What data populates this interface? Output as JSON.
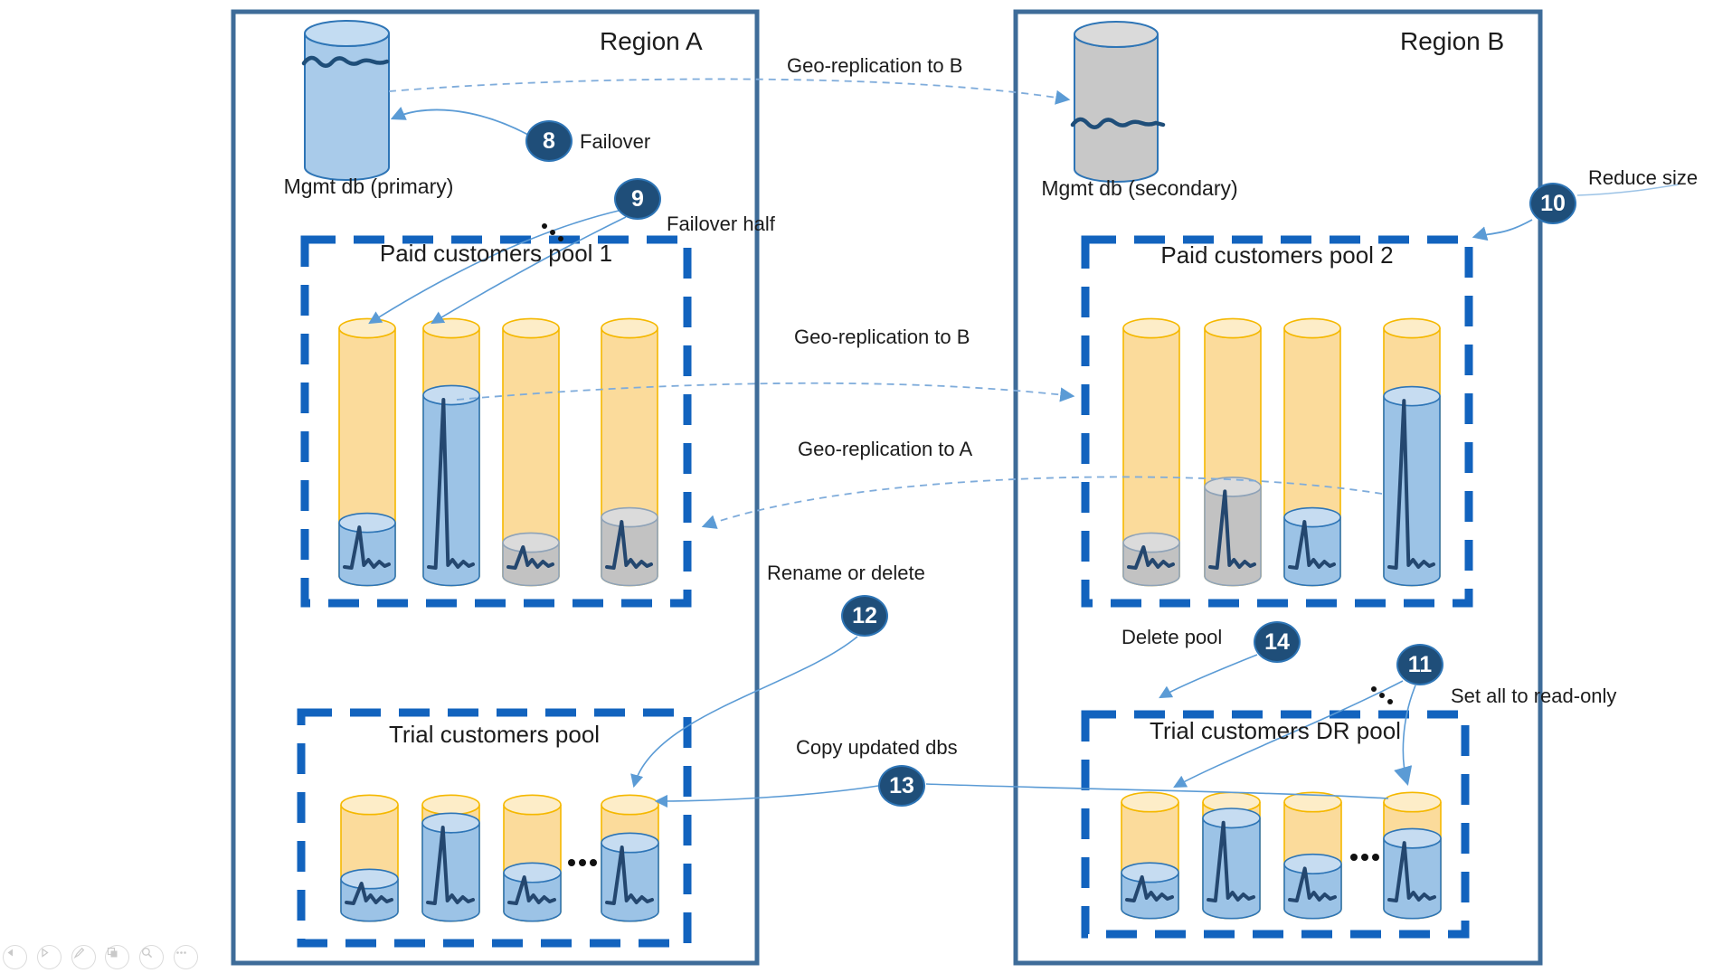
{
  "slide": {
    "regions": [
      {
        "title": "Region A",
        "mgmt_db_label": "Mgmt db (primary)",
        "paid_pool_title": "Paid customers pool 1",
        "trial_pool_title": "Trial customers pool"
      },
      {
        "title": "Region B",
        "mgmt_db_label": "Mgmt db (secondary)",
        "paid_pool_title": "Paid customers pool 2",
        "trial_pool_title": "Trial customers DR pool"
      }
    ],
    "annotations": {
      "geo_replication_to_b_top": "Geo-replication to B",
      "failover": "Failover",
      "failover_half": "Failover half",
      "geo_replication_to_b_pools": "Geo-replication to B",
      "geo_replication_to_a": "Geo-replication to A",
      "reduce_size": "Reduce size",
      "rename_or_delete": "Rename or delete",
      "copy_updated_dbs": "Copy updated dbs",
      "delete_pool": "Delete pool",
      "set_all_to_read_only": "Set all to read-only"
    },
    "steps": {
      "8": "8",
      "9": "9",
      "10": "10",
      "11": "11",
      "12": "12",
      "13": "13",
      "14": "14"
    },
    "mgmt_dbs": {
      "primary_fill": "blue",
      "secondary_fill": "gray"
    }
  },
  "pools": [
    {
      "id": "paid1",
      "databases": [
        {
          "used_color": "blue",
          "used_level": 0.215,
          "spike": "small"
        },
        {
          "used_color": "blue",
          "used_level": 0.73,
          "spike": "large"
        },
        {
          "used_color": "gray",
          "used_level": 0.135,
          "spike": "small"
        },
        {
          "used_color": "gray",
          "used_level": 0.237,
          "spike": "small"
        }
      ]
    },
    {
      "id": "paid2",
      "databases": [
        {
          "used_color": "gray",
          "used_level": 0.135,
          "spike": "small"
        },
        {
          "used_color": "gray",
          "used_level": 0.36,
          "spike": "large"
        },
        {
          "used_color": "blue",
          "used_level": 0.237,
          "spike": "small"
        },
        {
          "used_color": "blue",
          "used_level": 0.726,
          "spike": "large"
        }
      ]
    },
    {
      "id": "trial_a",
      "databases": [
        {
          "used_color": "blue",
          "used_level": 0.305,
          "spike": "small"
        },
        {
          "used_color": "blue",
          "used_level": 0.83,
          "spike": "large"
        },
        {
          "used_color": "blue",
          "used_level": 0.364,
          "spike": "small"
        },
        {
          "used_color": "blue",
          "used_level": 0.644,
          "spike": "large"
        }
      ]
    },
    {
      "id": "trial_dr",
      "databases": [
        {
          "used_color": "blue",
          "used_level": 0.34,
          "spike": "small"
        },
        {
          "used_color": "blue",
          "used_level": 0.85,
          "spike": "large"
        },
        {
          "used_color": "blue",
          "used_level": 0.42,
          "spike": "small"
        },
        {
          "used_color": "blue",
          "used_level": 0.66,
          "spike": "large"
        }
      ]
    }
  ],
  "colors": {
    "region_border": "#3E6C99",
    "pool_border": "#1263BE",
    "step_circle": "#1F4E79",
    "connector": "#5B9BD5",
    "db_orange_outline": "#F5B800",
    "db_blue_outline": "#2E75B6",
    "spike": "#24476F"
  },
  "toolbar": {
    "buttons": [
      {
        "name": "previous-slide"
      },
      {
        "name": "next-slide"
      },
      {
        "name": "pen"
      },
      {
        "name": "slide-thumbnails"
      },
      {
        "name": "zoom"
      },
      {
        "name": "more-options"
      }
    ]
  }
}
